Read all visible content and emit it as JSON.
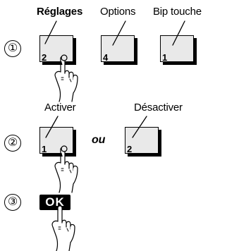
{
  "row1": {
    "step": "①",
    "labels": [
      "Réglages",
      "Options",
      "Bip touche"
    ],
    "keys": [
      "2",
      "4",
      "1"
    ]
  },
  "row2": {
    "step": "②",
    "labels": [
      "Activer",
      "Désactiver"
    ],
    "keys": [
      "1",
      "2"
    ],
    "connector": "ou"
  },
  "row3": {
    "step": "③",
    "ok_label": "OK"
  }
}
